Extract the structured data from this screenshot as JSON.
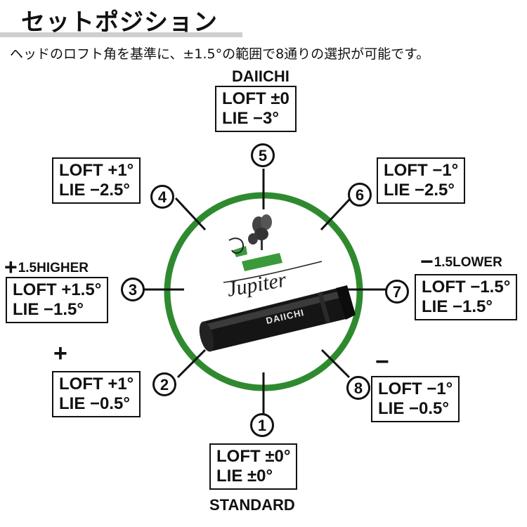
{
  "header": {
    "title": "セットポジション",
    "subtitle": "ヘッドのロフト角を基準に、±1.5°の範囲で8通りの選択が可能です。"
  },
  "colors": {
    "ring": "#2f8a2f",
    "accent": "#3a9a3a",
    "text": "#111111"
  },
  "labels": {
    "top": "DAIICHI",
    "bottom": "STANDARD",
    "higher": "1.5HIGHER",
    "higher_symbol": "+",
    "lower": "1.5LOWER",
    "lower_symbol": "−",
    "pos2_symbol": "+",
    "pos8_symbol": "−"
  },
  "logo": {
    "brand_text": "Jupiter",
    "sleeve_text": "DAIICHI"
  },
  "positions": [
    {
      "number": "1",
      "loft": "LOFT ±0°",
      "lie": "LIE ±0°"
    },
    {
      "number": "2",
      "loft": "LOFT +1°",
      "lie": "LIE −0.5°"
    },
    {
      "number": "3",
      "loft": "LOFT +1.5°",
      "lie": "LIE −1.5°"
    },
    {
      "number": "4",
      "loft": "LOFT +1°",
      "lie": "LIE −2.5°"
    },
    {
      "number": "5",
      "loft": "LOFT ±0",
      "lie": "LIE −3°"
    },
    {
      "number": "6",
      "loft": "LOFT −1°",
      "lie": "LIE −2.5°"
    },
    {
      "number": "7",
      "loft": "LOFT −1.5°",
      "lie": "LIE −1.5°"
    },
    {
      "number": "8",
      "loft": "LOFT −1°",
      "lie": "LIE −0.5°"
    }
  ]
}
